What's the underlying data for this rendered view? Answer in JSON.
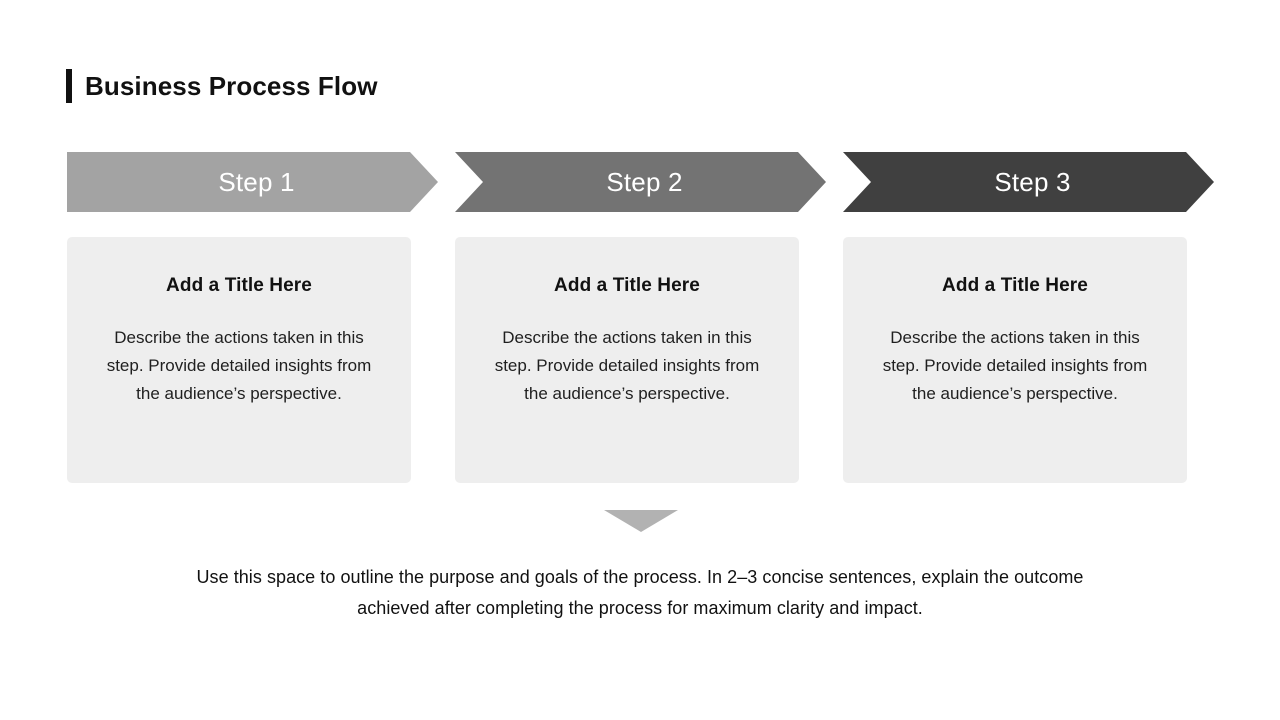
{
  "slide": {
    "title": "Business Process Flow",
    "accent_color": "#111111",
    "background_color": "#ffffff"
  },
  "steps": [
    {
      "label": "Step 1",
      "arrow_color": "#a3a3a3",
      "card_title": "Add a Title Here",
      "card_body": "Describe the actions taken in this step. Provide detailed insights from the audience’s perspective.",
      "card_color": "#eeeeee"
    },
    {
      "label": "Step 2",
      "arrow_color": "#737373",
      "card_title": "Add a Title Here",
      "card_body": "Describe the actions taken in this step. Provide detailed insights from the audience’s perspective.",
      "card_color": "#eeeeee"
    },
    {
      "label": "Step 3",
      "arrow_color": "#404040",
      "card_title": "Add a Title Here",
      "card_body": "Describe the actions taken in this step. Provide detailed insights from the audience’s perspective.",
      "card_color": "#eeeeee"
    }
  ],
  "summary_marker": {
    "icon": "down-triangle-icon",
    "color": "#b2b2b2"
  },
  "footer": {
    "text": "Use this space to outline the purpose and goals of the process. In 2–3 concise sentences, explain the outcome achieved after completing the process for maximum clarity and impact."
  }
}
